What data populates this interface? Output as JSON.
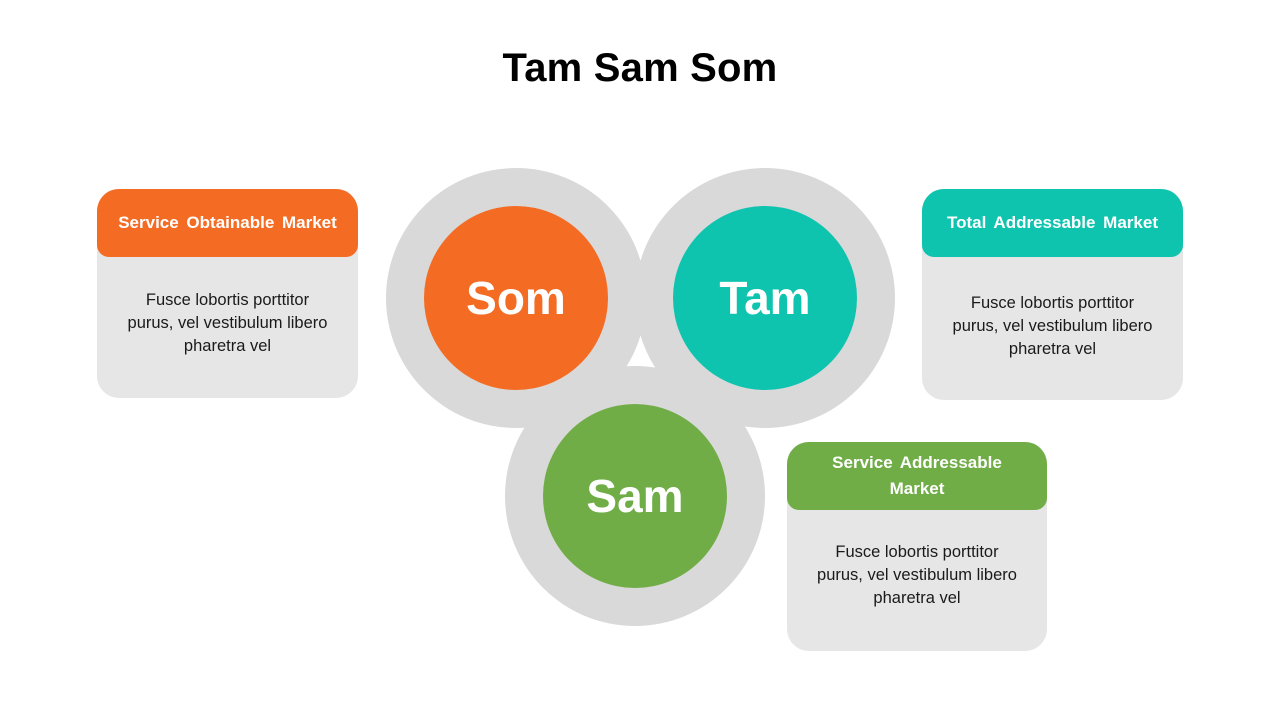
{
  "title": "Tam Sam Som",
  "colors": {
    "som": "#f46c23",
    "tam": "#0ec4ae",
    "sam": "#70ad47",
    "ring": "#d9d9d9",
    "card": "#e6e6e6"
  },
  "circles": {
    "som": {
      "label": "Som"
    },
    "tam": {
      "label": "Tam"
    },
    "sam": {
      "label": "Sam"
    }
  },
  "cards": {
    "som": {
      "header": "Service Obtainable Market",
      "body": "Fusce lobortis porttitor purus, vel vestibulum libero pharetra vel"
    },
    "tam": {
      "header": "Total Addressable Market",
      "body": "Fusce lobortis porttitor purus, vel vestibulum libero pharetra vel"
    },
    "sam": {
      "header": "Service Addressable Market",
      "body": "Fusce lobortis porttitor purus, vel vestibulum libero pharetra vel"
    }
  }
}
